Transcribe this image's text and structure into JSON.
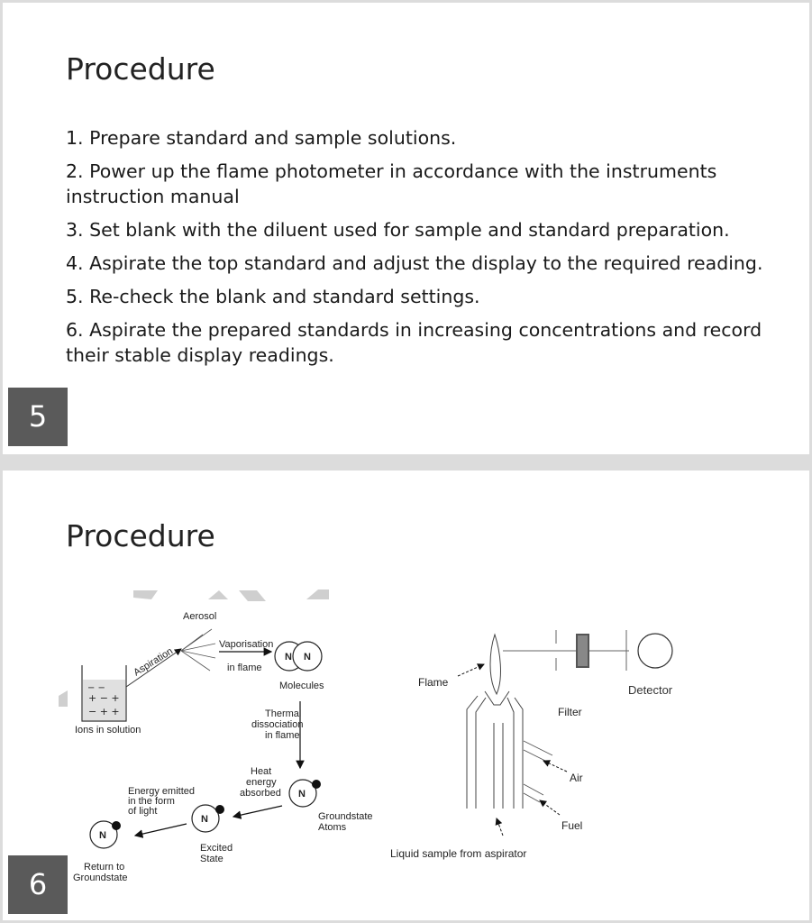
{
  "slide5": {
    "title": "Procedure",
    "steps": [
      "1. Prepare standard and sample solutions.",
      "2. Power up the flame photometer in accordance with the instruments instruction manual",
      "3. Set blank with the diluent used for sample and standard preparation.",
      "4. Aspirate the top standard and adjust the display to the required reading.",
      "5. Re-check the blank and standard settings.",
      "6. Aspirate the prepared standards in increasing concentrations and record their stable display readings."
    ],
    "number": "5"
  },
  "slide6": {
    "title": "Procedure",
    "number": "6",
    "left_diagram": {
      "aerosol": "Aerosol",
      "aspiration": "Aspiration",
      "vaporisation": "Vaporisation",
      "in_flame": "in flame",
      "molecule_atoms": [
        "N",
        "N"
      ],
      "molecules": "Molecules",
      "ions_in_solution": "Ions in solution",
      "thermal_dissociation": [
        "Thermal",
        "dissociation",
        "in flame"
      ],
      "heat_energy_absorbed": [
        "Heat",
        "energy",
        "absorbed"
      ],
      "groundstate_atom": "N",
      "groundstate_atoms": [
        "Groundstate",
        "Atoms"
      ],
      "energy_emitted": [
        "Energy emitted",
        "in the form",
        "of light"
      ],
      "excited_atom": "N",
      "excited_state": [
        "Excited",
        "State"
      ],
      "return_atom": "N",
      "return_to_groundstate": [
        "Return to",
        "Groundstate"
      ]
    },
    "right_diagram": {
      "flame": "Flame",
      "filter": "Filter",
      "detector": "Detector",
      "air": "Air",
      "fuel": "Fuel",
      "liquid_sample": "Liquid sample from aspirator"
    }
  }
}
